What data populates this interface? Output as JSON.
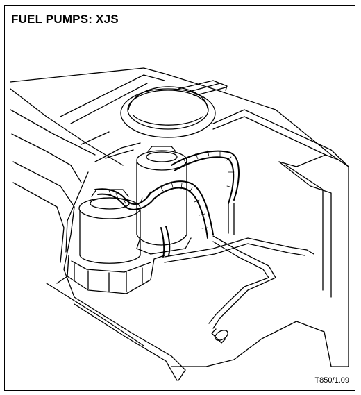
{
  "figure": {
    "title": "FUEL PUMPS: XJS",
    "reference": "T850/1.09"
  },
  "components": [
    {
      "name": "fuel-tank",
      "icon": "tank-outline"
    },
    {
      "name": "pump-mounting-plate",
      "icon": "dome-cover"
    },
    {
      "name": "fuel-pump-front",
      "icon": "cylinder"
    },
    {
      "name": "fuel-pump-rear",
      "icon": "cylinder"
    },
    {
      "name": "fuel-hoses",
      "icon": "braided-hose"
    },
    {
      "name": "fuel-pipes",
      "icon": "pipe"
    },
    {
      "name": "pipe-connector",
      "icon": "union-fitting"
    }
  ]
}
